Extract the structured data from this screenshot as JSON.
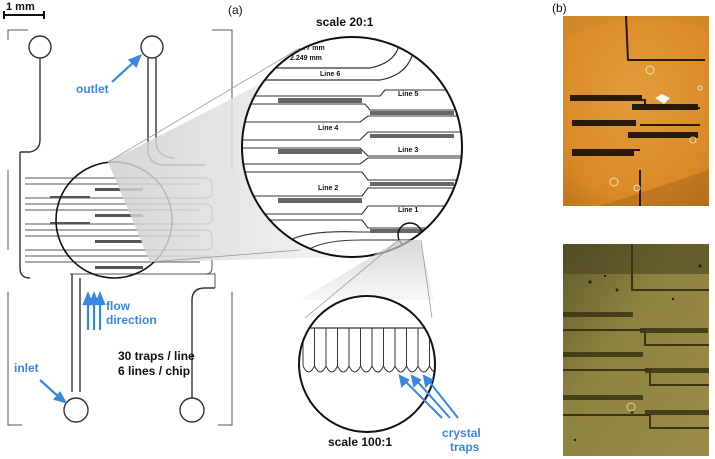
{
  "panel_a": {
    "panel_label": "(a)",
    "scale_bar_label": "1 mm",
    "outlet_label": "outlet",
    "inlet_label": "inlet",
    "flow_label_line1": "flow",
    "flow_label_line2": "direction",
    "traps_text_line1": "30 traps / line",
    "traps_text_line2": "6 lines / chip",
    "zoom_20_label": "scale 20:1",
    "zoom_100_label": "scale 100:1",
    "crystal_label_line1": "crystal",
    "crystal_label_line2": "traps",
    "dimension_label_1": "2.??7 mm",
    "dimension_label_2": "2.249 mm",
    "lines": [
      "Line 6",
      "Line 5",
      "Line 4",
      "Line 3",
      "Line 2",
      "Line 1"
    ]
  },
  "panel_b": {
    "panel_label": "(b)"
  },
  "colors": {
    "accent_blue": "#3a86e0",
    "channel": "#333333",
    "photo_top": "#d9902e",
    "photo_bottom": "#8a7a3a"
  }
}
